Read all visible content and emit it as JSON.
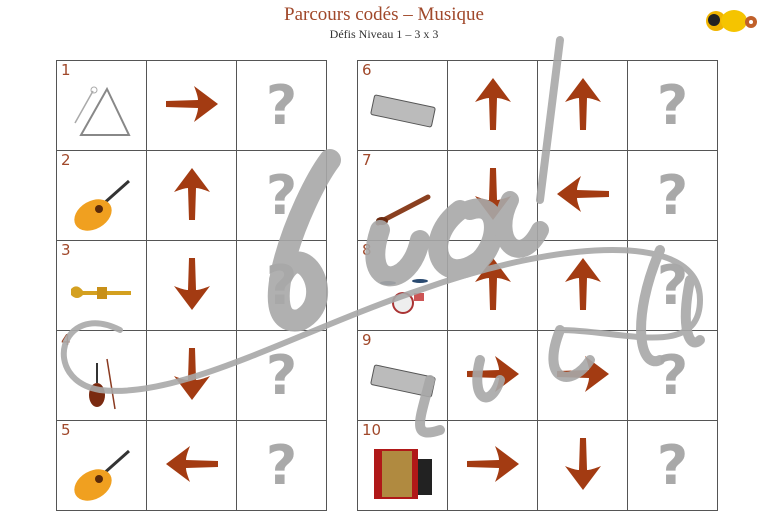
{
  "header": {
    "title": "Parcours codés – Musique",
    "subtitle": "Défis Niveau 1 – 3 x 3",
    "logo": "ludo-sur-le-fil-logo"
  },
  "colors": {
    "accent": "#a0482a",
    "arrow": "#a33b12",
    "question": "#a9a9a9",
    "grid": "#555555"
  },
  "watermark": {
    "text": "Ludo! Sur le fil",
    "color": "#9e9e9e"
  },
  "left_grid": {
    "rows": [
      {
        "number": "1",
        "instrument": "triangle",
        "arrows": [
          "right"
        ],
        "answer": "?"
      },
      {
        "number": "2",
        "instrument": "acoustic-guitar",
        "arrows": [
          "up"
        ],
        "answer": "?"
      },
      {
        "number": "3",
        "instrument": "trumpet",
        "arrows": [
          "down"
        ],
        "answer": "?"
      },
      {
        "number": "4",
        "instrument": "violin",
        "arrows": [
          "down"
        ],
        "answer": "?"
      },
      {
        "number": "5",
        "instrument": "acoustic-guitar",
        "arrows": [
          "left"
        ],
        "answer": "?"
      }
    ]
  },
  "right_grid": {
    "rows": [
      {
        "number": "6",
        "instrument": "harmonica",
        "arrows": [
          "up",
          "up"
        ],
        "answer": "?"
      },
      {
        "number": "7",
        "instrument": "maracas",
        "arrows": [
          "down",
          "left"
        ],
        "answer": "?"
      },
      {
        "number": "8",
        "instrument": "drum-kit",
        "arrows": [
          "up",
          "up"
        ],
        "answer": "?"
      },
      {
        "number": "9",
        "instrument": "harmonica",
        "arrows": [
          "right",
          "right"
        ],
        "answer": "?"
      },
      {
        "number": "10",
        "instrument": "accordion",
        "arrows": [
          "right",
          "down"
        ],
        "answer": "?"
      }
    ]
  }
}
